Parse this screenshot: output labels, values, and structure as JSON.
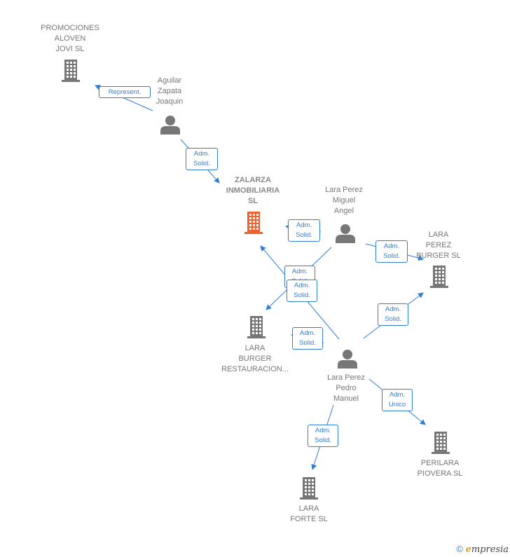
{
  "colors": {
    "edge": "#2f7ed8",
    "node": "#777777",
    "center": "#f0612d"
  },
  "nodes": [
    {
      "id": "promociones",
      "type": "company",
      "label": "PROMOCIONES\nALOVEN\nJOVI  SL",
      "icon": "building-icon"
    },
    {
      "id": "aguilar",
      "type": "person",
      "label": "Aguilar\nZapata\nJoaquin",
      "icon": "person-icon"
    },
    {
      "id": "zalarza",
      "type": "company-main",
      "label": "ZALARZA\nINMOBILIARIA\nSL",
      "icon": "building-icon"
    },
    {
      "id": "lara_miguel",
      "type": "person",
      "label": "Lara Perez\nMiguel\nAngel",
      "icon": "person-icon"
    },
    {
      "id": "lara_perez_burger",
      "type": "company",
      "label": "LARA\nPEREZ\nBURGER  SL",
      "icon": "building-icon"
    },
    {
      "id": "lara_burger_rest",
      "type": "company",
      "label": "LARA\nBURGER\nRESTAURACION...",
      "icon": "building-icon"
    },
    {
      "id": "lara_pedro",
      "type": "person",
      "label": "Lara Perez\nPedro\nManuel",
      "icon": "person-icon"
    },
    {
      "id": "perilara",
      "type": "company",
      "label": "PERILARA\nPIOVERA  SL",
      "icon": "building-icon"
    },
    {
      "id": "lara_forte",
      "type": "company",
      "label": "LARA\nFORTE SL",
      "icon": "building-icon"
    }
  ],
  "edges": [
    {
      "from": "aguilar",
      "to": "promociones",
      "label": "Represent."
    },
    {
      "from": "aguilar",
      "to": "zalarza",
      "label": "Adm.\nSolid."
    },
    {
      "from": "lara_miguel",
      "to": "zalarza",
      "label": "Adm.\nSolid."
    },
    {
      "from": "lara_miguel",
      "to": "lara_perez_burger",
      "label": "Adm.\nSolid."
    },
    {
      "from": "lara_miguel",
      "to": "lara_burger_rest",
      "label": "Adm.\nSolid."
    },
    {
      "from": "lara_pedro",
      "to": "zalarza",
      "label": "Adm.\nSolid."
    },
    {
      "from": "lara_pedro",
      "to": "lara_burger_rest",
      "label": "Adm.\nSolid."
    },
    {
      "from": "lara_pedro",
      "to": "lara_perez_burger",
      "label": "Adm.\nSolid."
    },
    {
      "from": "lara_pedro",
      "to": "perilara",
      "label": "Adm.\nUnico"
    },
    {
      "from": "lara_pedro",
      "to": "lara_forte",
      "label": "Adm.\nSolid."
    }
  ],
  "footer": {
    "copyright": "©",
    "brand_first": "e",
    "brand_rest": "mpresia"
  }
}
